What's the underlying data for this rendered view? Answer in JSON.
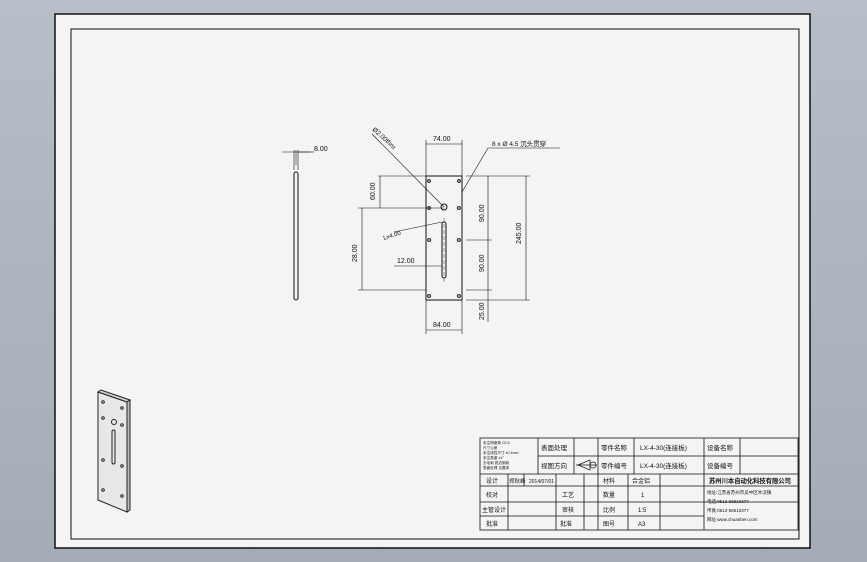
{
  "drawing": {
    "dimensions": {
      "top_width": "74.00",
      "bottom_width": "84.00",
      "total_height": "245.00",
      "left_upper": "60.00",
      "left_lower": "28.00",
      "right_upper": "90.00",
      "right_lower": "90.00",
      "right_bottom": "25.00",
      "slot_offset": "12.00",
      "side_thickness": "8.00",
      "hole_dia": "Ø2.00thru",
      "slot_width": "Lx4.00",
      "note": "8 x Ø 4.5 沉头贯穿"
    }
  },
  "title_block": {
    "notes": [
      "未注明倒角 C0.5",
      "尺寸公差",
      "未注线性尺寸 ±0.1mm",
      "未注角度 ±1°",
      "去毛刺 锐边倒钝",
      "表面处理 见要求"
    ],
    "surface_label": "表面处理",
    "view_label": "视图方向",
    "material_name_label": "零件名称",
    "material_name_value": "LX-4-30(连接板)",
    "part_no_label": "零件编号",
    "part_no_value": "LX-4-30(连接板)",
    "equip_name_label": "设备名称",
    "equip_no_label": "设备编号",
    "design_label": "设计",
    "design_value": "郑秋峰",
    "date_value": "2014/07/01",
    "check_label": "校对",
    "process_label": "工艺",
    "chief_label": "主管设计",
    "review_label": "审核",
    "approve_label": "批准",
    "approve2_label": "批准",
    "material_label": "材料",
    "material_value": "合金铝",
    "qty_label": "数量",
    "qty_value": "1",
    "scale_label": "比例",
    "scale_value": "1:5",
    "sheet_label": "图号",
    "sheet_value": "A3",
    "company": "苏州川本自动化科技有限公司",
    "address": "地址:江苏省苏州市吴中区木渎镇",
    "tel": "电话:0512-66510377",
    "fax": "传真:0512-66510377",
    "web": "网址:www.chuanben.com"
  }
}
